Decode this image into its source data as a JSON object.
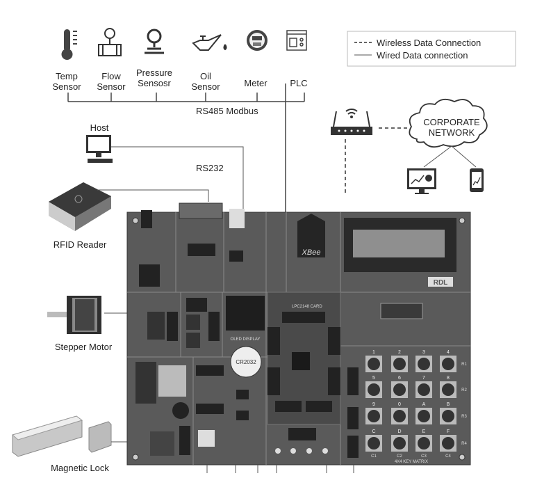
{
  "devices": [
    {
      "line1": "Temp",
      "line2": "Sensor",
      "icon": "thermometer-icon"
    },
    {
      "line1": "Flow",
      "line2": "Sensor",
      "icon": "flow-meter-icon"
    },
    {
      "line1": "Pressure",
      "line2": "Sensosr",
      "icon": "pressure-gauge-icon"
    },
    {
      "line1": "Oil",
      "line2": "Sensor",
      "icon": "oil-can-icon"
    },
    {
      "line1": "",
      "line2": "Meter",
      "icon": "meter-icon"
    },
    {
      "line1": "",
      "line2": "PLC",
      "icon": "plc-icon"
    }
  ],
  "bus_label": "RS485 Modbus",
  "legend": {
    "wireless": "Wireless Data Connection",
    "wired": "Wired Data connection"
  },
  "cloud": {
    "line1": "CORPORATE",
    "line2": "NETWORK"
  },
  "host_label": "Host",
  "rs232_label": "RS232",
  "rfid_label": "RFID Reader",
  "stepper_label": "Stepper Motor",
  "lock_label": "Magnetic Lock",
  "board": {
    "xbee_brand": "XBee",
    "logo": "RDL",
    "oled": "OLED DISPLAY",
    "cpu": "LPC2148 CARD",
    "battery": "CR2032",
    "keypad_label": "4X4 KEY MATRIX",
    "keys": [
      "1",
      "2",
      "3",
      "4",
      "5",
      "6",
      "7",
      "8",
      "9",
      "0",
      "A",
      "B",
      "C",
      "D",
      "E",
      "F"
    ],
    "cols": [
      "C1",
      "C2",
      "C3",
      "C4"
    ],
    "rows": [
      "R1",
      "R2",
      "R3",
      "R4"
    ]
  },
  "colors": {
    "board": "#5a5a5a",
    "line": "#444444"
  }
}
